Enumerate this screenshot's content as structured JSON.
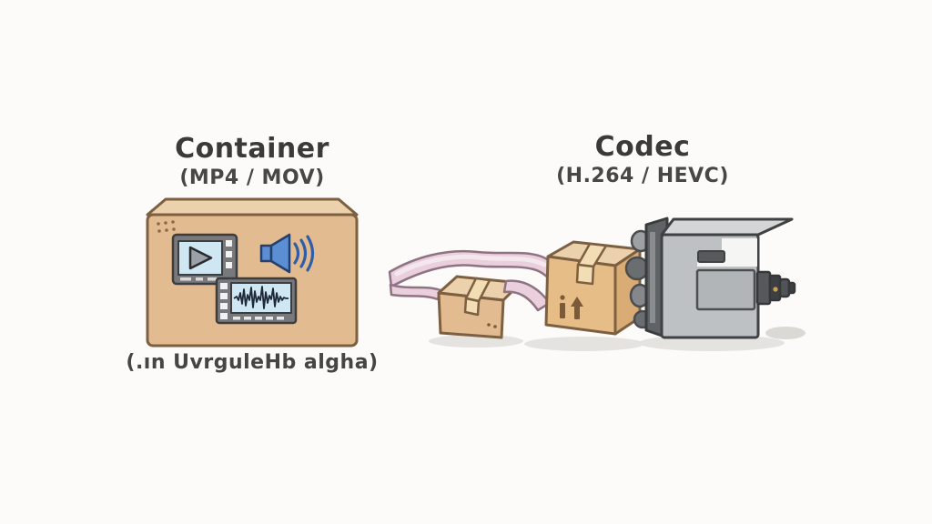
{
  "background_color": "#fcfbf9",
  "left_figure": {
    "title": "Container",
    "subtitle": "(MP4 / MOV)",
    "caption": "(.ın UvrguleHb algha)",
    "icon_names": [
      "video-thumbnail-icon",
      "speaker-icon",
      "waveform-icon",
      "cardboard-box"
    ]
  },
  "right_figure": {
    "title": "Codec",
    "subtitle": "(H.264 / HEVC)",
    "icon_names": [
      "film-ribbon",
      "small-package-box",
      "medium-package-box",
      "encoder-machine",
      "lens"
    ]
  },
  "colors": {
    "text_dark": "#3a3a38",
    "text_medium": "#474745",
    "box_tan_front": "#e2bc90",
    "box_tan_top": "#ecd2ac",
    "box_outline": "#7d5f41",
    "screen_blue": "#cfe7f3",
    "icon_frame_gray": "#77797c",
    "speaker_blue": "#5b8ed2",
    "speaker_outline": "#24406e",
    "ribbon_pink": "#eacfdd",
    "ribbon_outline": "#8f7383",
    "ribbon_highlight": "#f6e9f0",
    "machine_front": "#bec1c3",
    "machine_top": "#d3d5d7",
    "machine_dark": "#606366",
    "machine_outline": "#3f4143",
    "panel_gray": "#b2b5b7",
    "white_strip": "#f5f5f3",
    "lens_dark": "#56595b",
    "lens_dot_gold": "#c8a24e",
    "shadow_gray": "#e5e3df",
    "marks_brown": "#7a5a38"
  }
}
